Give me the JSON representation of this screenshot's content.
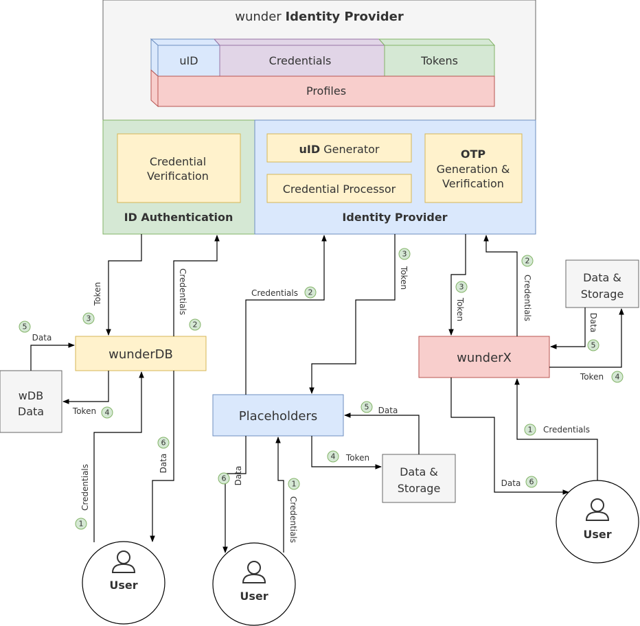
{
  "idp": {
    "title_prefix": "wunder",
    "title_main": "Identity Provider",
    "db": {
      "uid": "uID",
      "credentials": "Credentials",
      "tokens": "Tokens",
      "profiles": "Profiles"
    }
  },
  "auth": {
    "title": "ID Authentication",
    "verification": [
      "Credential",
      "Verification"
    ]
  },
  "provider": {
    "title": "Identity Provider",
    "uid_gen_bold": "uID",
    "uid_gen_rest": "Generator",
    "cred_processor": "Credential Processor",
    "otp_title": "OTP",
    "otp_lines": [
      "Generation &",
      "Verification"
    ]
  },
  "nodes": {
    "wunderdb": "wunderDB",
    "wdb_data": [
      "wDB",
      "Data"
    ],
    "placeholders": "Placeholders",
    "wunderx": "wunderX",
    "storage": [
      "Data &",
      "Storage"
    ],
    "user": "User"
  },
  "edge_labels": {
    "token": "Token",
    "credentials": "Credentials",
    "data": "Data"
  },
  "steps": [
    "1",
    "2",
    "3",
    "4",
    "5",
    "6"
  ],
  "colors": {
    "frame": "#f5f5f5",
    "frame_stroke": "#666666",
    "uid_fill": "#dae8fc",
    "blue_stroke": "#6c8ebf",
    "cred_fill": "#e1d5e7",
    "purple_stroke": "#9673a6",
    "tokens_fill": "#d5e8d4",
    "green_stroke": "#82b366",
    "profiles_fill": "#f8cecc",
    "red_stroke": "#b85450",
    "yellow_fill": "#fff2cc",
    "yellow_stroke": "#d6b656"
  }
}
